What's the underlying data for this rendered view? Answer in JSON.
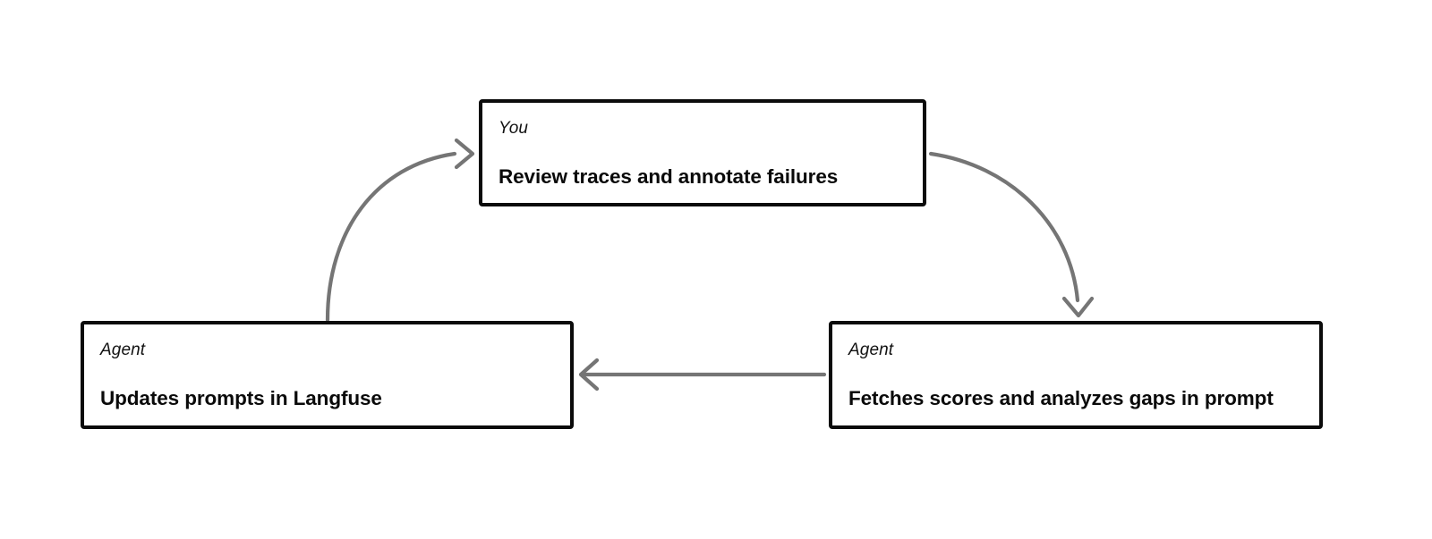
{
  "diagram": {
    "type": "cycle-flow",
    "background_color": "#ffffff",
    "node_border_color": "#0b0b0b",
    "arrow_color": "#757575",
    "nodes": [
      {
        "id": "top",
        "role": "You",
        "title": "Review traces and annotate failures"
      },
      {
        "id": "bottom-right",
        "role": "Agent",
        "title": "Fetches scores and analyzes gaps in prompt"
      },
      {
        "id": "bottom-left",
        "role": "Agent",
        "title": "Updates prompts in Langfuse"
      }
    ],
    "edges": [
      {
        "id": "top-to-bottom-right",
        "from": "top",
        "to": "bottom-right",
        "shape": "curved",
        "direction": "down-right"
      },
      {
        "id": "bottom-right-to-bottom-left",
        "from": "bottom-right",
        "to": "bottom-left",
        "shape": "straight",
        "direction": "left"
      },
      {
        "id": "bottom-left-to-top",
        "from": "bottom-left",
        "to": "top",
        "shape": "curved",
        "direction": "up-right"
      }
    ]
  }
}
